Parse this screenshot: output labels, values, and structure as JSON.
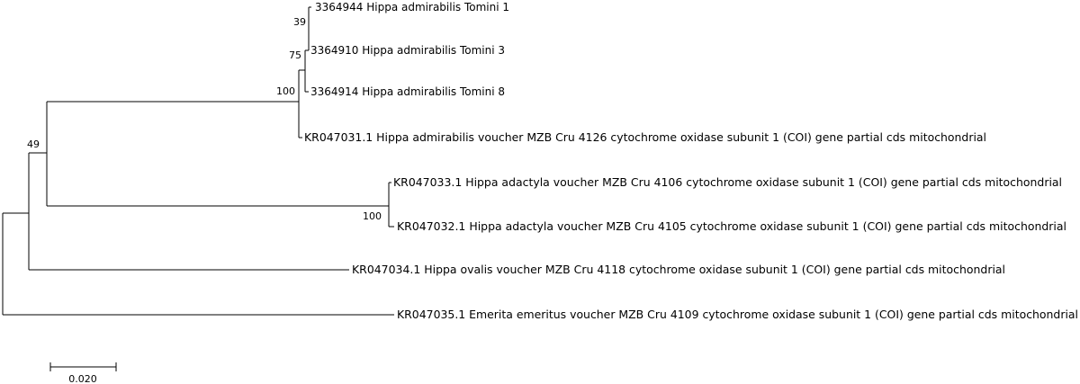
{
  "tree": {
    "leaves": [
      {
        "id": "t1",
        "label": "3364944 Hippa admirabilis Tomini 1"
      },
      {
        "id": "t3",
        "label": "3364910 Hippa admirabilis Tomini 3"
      },
      {
        "id": "t8",
        "label": "3364914 Hippa admirabilis Tomini 8"
      },
      {
        "id": "k031",
        "label": "KR047031.1 Hippa admirabilis voucher MZB Cru 4126 cytochrome oxidase subunit 1 (COI) gene partial cds mitochondrial"
      },
      {
        "id": "k033",
        "label": "KR047033.1 Hippa adactyla voucher MZB Cru 4106 cytochrome oxidase subunit 1 (COI) gene partial cds mitochondrial"
      },
      {
        "id": "k032",
        "label": "KR047032.1 Hippa adactyla voucher MZB Cru 4105 cytochrome oxidase subunit 1 (COI) gene partial cds mitochondrial"
      },
      {
        "id": "k034",
        "label": "KR047034.1 Hippa ovalis voucher MZB Cru 4118 cytochrome oxidase subunit 1 (COI) gene partial cds mitochondrial"
      },
      {
        "id": "k035",
        "label": "KR047035.1 Emerita emeritus voucher MZB Cru 4109 cytochrome oxidase subunit 1 (COI) gene partial cds mitochondrial"
      }
    ],
    "support_values": {
      "tomini_1_3": "39",
      "tomini_clade": "75",
      "admirabilis_clade": "100",
      "adactyla_clade": "100",
      "hippa_core": "49"
    },
    "scale_bar": {
      "label": "0.020"
    }
  }
}
